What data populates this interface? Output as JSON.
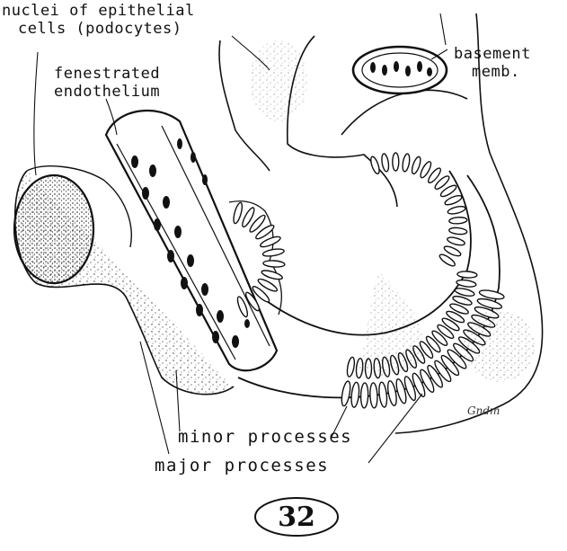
{
  "labels": {
    "nuclei": [
      "nuclei of epithelial",
      "cells (podocytes)"
    ],
    "fenestrated": [
      "fenestrated",
      "endothelium"
    ],
    "basement": [
      "basement",
      "memb."
    ],
    "minor": "minor processes",
    "major": "major processes"
  },
  "plate_number": "32",
  "signature": "Gndm"
}
